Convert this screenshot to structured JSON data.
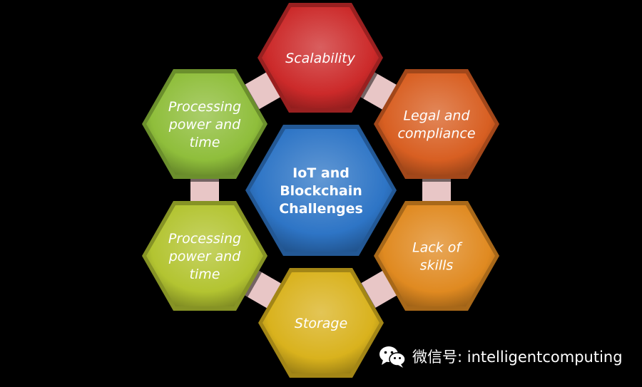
{
  "center": {
    "lines": [
      "IoT and",
      "Blockchain",
      "Challenges"
    ],
    "color": "#2e75c6"
  },
  "nodes": [
    {
      "id": "scalability",
      "lines": [
        "Scalability"
      ],
      "color": "#cc2a2a"
    },
    {
      "id": "legal",
      "lines": [
        "Legal and",
        "compliance"
      ],
      "color": "#d85f22"
    },
    {
      "id": "skills",
      "lines": [
        "Lack of",
        "skills"
      ],
      "color": "#e08a21"
    },
    {
      "id": "storage",
      "lines": [
        "Storage"
      ],
      "color": "#d9b21d"
    },
    {
      "id": "processing-lower",
      "lines": [
        "Processing",
        "power and",
        "time"
      ],
      "color": "#b3c431"
    },
    {
      "id": "processing-upper",
      "lines": [
        "Processing",
        "power and",
        "time"
      ],
      "color": "#8fbe3b"
    }
  ],
  "connector_color": "#e8c6c6",
  "watermark": {
    "text": "微信号: intelligentcomputing",
    "icon": "wechat-icon"
  }
}
